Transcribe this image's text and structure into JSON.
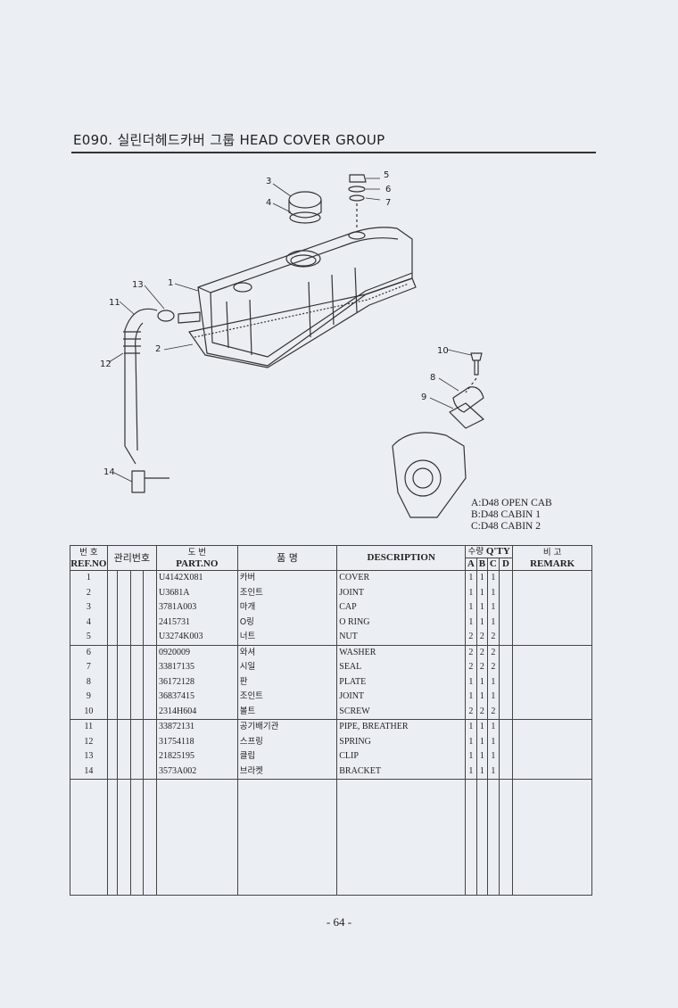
{
  "page": {
    "title": "E090. 실린더헤드카버 그룹 HEAD COVER GROUP",
    "page_number": "- 64 -"
  },
  "legend": [
    "A:D48 OPEN CAB",
    "B:D48 CABIN 1",
    "C:D48 CABIN 2"
  ],
  "diagram_callouts": [
    "1",
    "2",
    "3",
    "4",
    "5",
    "6",
    "7",
    "8",
    "9",
    "10",
    "11",
    "12",
    "13",
    "14"
  ],
  "table": {
    "headers": {
      "ref_ko": "번 호",
      "ref_en": "REF.NO",
      "mgmt_ko": "관리번호",
      "part_ko": "도 번",
      "part_en": "PART.NO",
      "name_ko": "품 명",
      "description": "DESCRIPTION",
      "qty_ko": "수량",
      "qty_en": "Q'TY",
      "qty_a": "A",
      "qty_b": "B",
      "qty_c": "C",
      "qty_d": "D",
      "remark_ko": "비 고",
      "remark_en": "REMARK"
    },
    "rows": [
      {
        "ref": "1",
        "part": "U4142X081",
        "name_ko": "카버",
        "description": "COVER",
        "a": "1",
        "b": "1",
        "c": "1",
        "d": ""
      },
      {
        "ref": "2",
        "part": "U3681A",
        "name_ko": "조인트",
        "description": "JOINT",
        "a": "1",
        "b": "1",
        "c": "1",
        "d": ""
      },
      {
        "ref": "3",
        "part": "3781A003",
        "name_ko": "마개",
        "description": "CAP",
        "a": "1",
        "b": "1",
        "c": "1",
        "d": ""
      },
      {
        "ref": "4",
        "part": "2415731",
        "name_ko": "O링",
        "description": "O RING",
        "a": "1",
        "b": "1",
        "c": "1",
        "d": ""
      },
      {
        "ref": "5",
        "part": "U3274K003",
        "name_ko": "너트",
        "description": "NUT",
        "a": "2",
        "b": "2",
        "c": "2",
        "d": ""
      },
      {
        "ref": "6",
        "part": "0920009",
        "name_ko": "와셔",
        "description": "WASHER",
        "a": "2",
        "b": "2",
        "c": "2",
        "d": ""
      },
      {
        "ref": "7",
        "part": "33817135",
        "name_ko": "시일",
        "description": "SEAL",
        "a": "2",
        "b": "2",
        "c": "2",
        "d": ""
      },
      {
        "ref": "8",
        "part": "36172128",
        "name_ko": "판",
        "description": "PLATE",
        "a": "1",
        "b": "1",
        "c": "1",
        "d": ""
      },
      {
        "ref": "9",
        "part": "36837415",
        "name_ko": "조인트",
        "description": "JOINT",
        "a": "1",
        "b": "1",
        "c": "1",
        "d": ""
      },
      {
        "ref": "10",
        "part": "2314H604",
        "name_ko": "볼트",
        "description": "SCREW",
        "a": "2",
        "b": "2",
        "c": "2",
        "d": ""
      },
      {
        "ref": "11",
        "part": "33872131",
        "name_ko": "공기배기관",
        "description": "PIPE, BREATHER",
        "a": "1",
        "b": "1",
        "c": "1",
        "d": ""
      },
      {
        "ref": "12",
        "part": "31754118",
        "name_ko": "스프링",
        "description": "SPRING",
        "a": "1",
        "b": "1",
        "c": "1",
        "d": ""
      },
      {
        "ref": "13",
        "part": "21825195",
        "name_ko": "클립",
        "description": "CLIP",
        "a": "1",
        "b": "1",
        "c": "1",
        "d": ""
      },
      {
        "ref": "14",
        "part": "3573A002",
        "name_ko": "브라켓",
        "description": "BRACKET",
        "a": "1",
        "b": "1",
        "c": "1",
        "d": ""
      }
    ]
  }
}
